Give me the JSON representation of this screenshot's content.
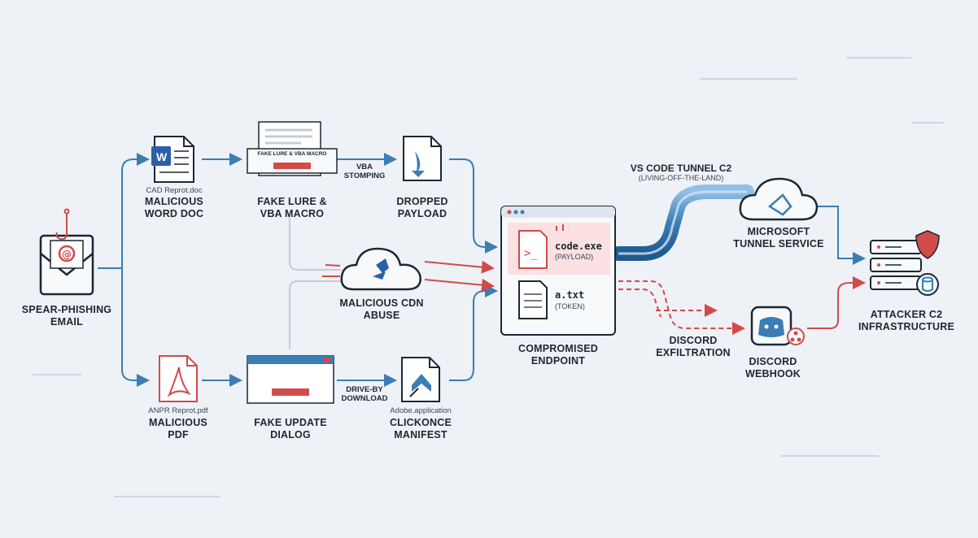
{
  "nodes": {
    "email": {
      "label1": "SPEAR-PHISHING",
      "label2": "EMAIL"
    },
    "word_doc": {
      "file": "CAD Reprot.doc",
      "label1": "MALICIOUS",
      "label2": "WORD DOC",
      "glyph": "W"
    },
    "fake_lure": {
      "banner": "FAKE LURE & VBA MACRO",
      "label1": "FAKE LURE &",
      "label2": "VBA MACRO"
    },
    "dropped_payload": {
      "label1": "DROPPED",
      "label2": "PAYLOAD"
    },
    "cdn": {
      "label1": "MALICIOUS CDN",
      "label2": "ABUSE"
    },
    "pdf": {
      "file": "ANPR Reprot.pdf",
      "label1": "MALICIOUS",
      "label2": "PDF"
    },
    "fake_update": {
      "label1": "FAKE UPDATE",
      "label2": "DIALOG"
    },
    "clickonce": {
      "file": "Adobe.application",
      "label1": "CLICKONCE",
      "label2": "MANIFEST"
    },
    "endpoint": {
      "label1": "COMPROMISED",
      "label2": "ENDPOINT",
      "file1_name": "code.exe",
      "file1_tag": "(PAYLOAD)",
      "file2_name": "a.txt",
      "file2_tag": "(TOKEN)"
    },
    "ms_tunnel": {
      "label1": "MICROSOFT",
      "label2": "TUNNEL SERVICE"
    },
    "discord": {
      "label1": "DISCORD",
      "label2": "WEBHOOK"
    },
    "attacker": {
      "label1": "ATTACKER C2",
      "label2": "INFRASTRUCTURE"
    }
  },
  "edges": {
    "vba_stomping": {
      "line1": "VBA",
      "line2": "STOMPING"
    },
    "drive_by": {
      "line1": "DRIVE-BY",
      "line2": "DOWNLOAD"
    },
    "vscode_tunnel": {
      "line1": "VS CODE TUNNEL C2",
      "line2": "(LIVING-OFF-THE-LAND)"
    },
    "discord_exfil": {
      "line1": "DISCORD",
      "line2": "EXFILTRATION"
    }
  },
  "colors": {
    "blue": "#3b7db5",
    "red": "#d24a4a",
    "dark": "#1d2733",
    "panel": "#f7f9fb"
  }
}
